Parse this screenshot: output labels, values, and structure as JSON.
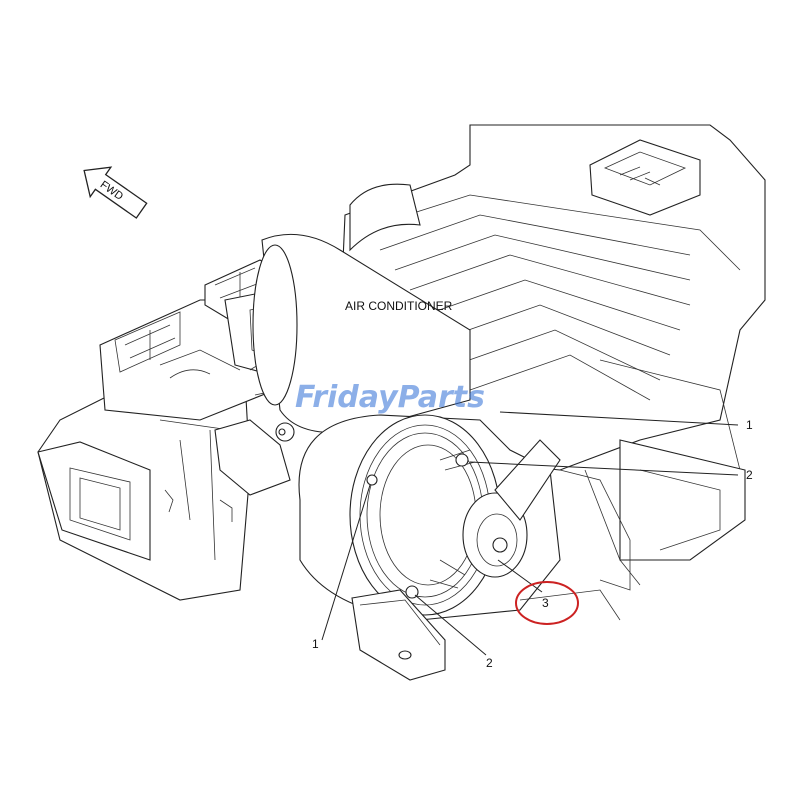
{
  "diagram": {
    "orientation_arrow": "FWD",
    "component_label": "AIR CONDITIONER",
    "watermark": "FridayParts",
    "callouts": [
      "1",
      "2",
      "3",
      "1",
      "2"
    ],
    "highlight_color": "#cc2222"
  }
}
